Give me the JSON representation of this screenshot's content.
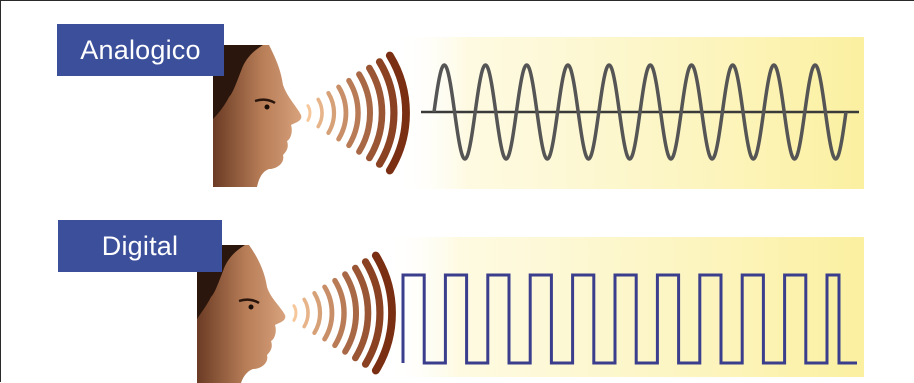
{
  "panels": [
    {
      "label": "Analogico",
      "signal": "sine-wave",
      "cycles": 10
    },
    {
      "label": "Digital",
      "signal": "square-wave",
      "cycles": 10
    }
  ],
  "colors": {
    "label_bg": "#3c4f9b",
    "label_text": "#ffffff",
    "band_yellow": "#fbf2a8",
    "analog_wave": "#555555",
    "digital_wave": "#3a3e8c",
    "sound_near": "#f6c79a",
    "sound_far": "#7a2f12"
  }
}
